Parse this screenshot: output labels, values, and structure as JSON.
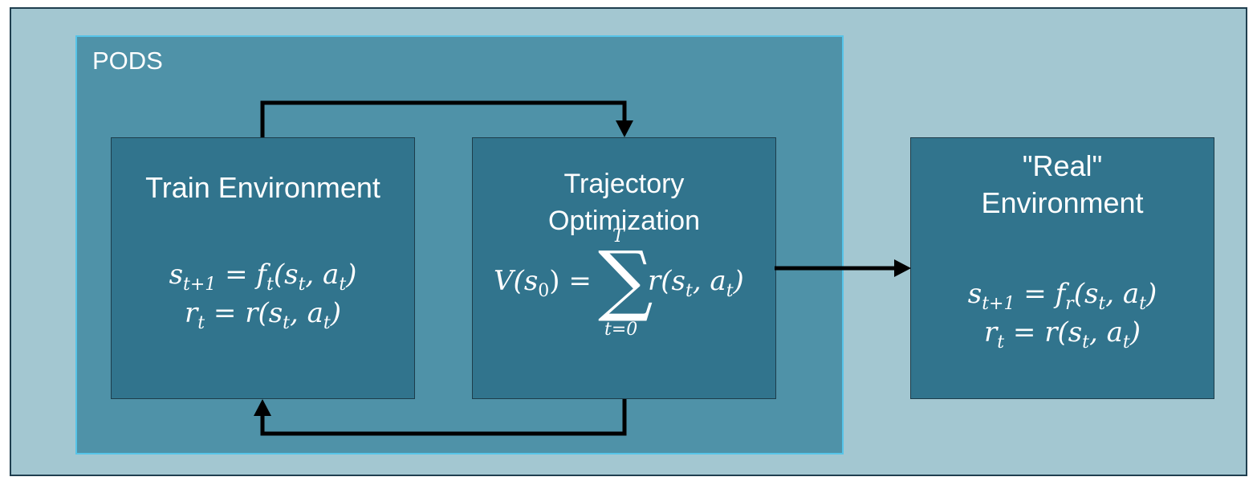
{
  "pods": {
    "label": "PODS"
  },
  "train_env": {
    "title": "Train Environment",
    "eq1": {
      "lhs": "s",
      "lhs_sub": "t+1",
      "op": " = ",
      "f": "f",
      "f_sub": "t",
      "args_pre": "(s",
      "args_sub1": "t",
      "args_mid": ", a",
      "args_sub2": "t",
      "args_post": ")"
    },
    "eq2": {
      "lhs": "r",
      "lhs_sub": "t",
      "rhs_pre": " = r(s",
      "rhs_sub1": "t",
      "rhs_mid": ", a",
      "rhs_sub2": "t",
      "rhs_post": ")"
    }
  },
  "traj_opt": {
    "title_line1": "Trajectory",
    "title_line2": "Optimization",
    "eq": {
      "lhs": "V(s",
      "lhs_sub": "0",
      "lhs_post": ") =",
      "sigma": "∑",
      "upper": "T",
      "lower": "t=0",
      "rhs_pre": "r(s",
      "rhs_sub1": "t",
      "rhs_mid": ", a",
      "rhs_sub2": "t",
      "rhs_post": ")"
    }
  },
  "real_env": {
    "title_line1": "\"Real\"",
    "title_line2": "Environment",
    "eq1": {
      "lhs": "s",
      "lhs_sub": "t+1",
      "op": " = ",
      "f": "f",
      "f_sub": "r",
      "args_pre": "(s",
      "args_sub1": "t",
      "args_mid": ", a",
      "args_sub2": "t",
      "args_post": ")"
    },
    "eq2": {
      "lhs": "r",
      "lhs_sub": "t",
      "rhs_pre": " = r(s",
      "rhs_sub1": "t",
      "rhs_mid": ", a",
      "rhs_sub2": "t",
      "rhs_post": ")"
    }
  },
  "colors": {
    "outer_bg": "#a3c7d1",
    "pods_bg": "#4f92a8",
    "pods_border": "#56c4e8",
    "box_bg": "#31748d",
    "arrow": "#000000"
  }
}
